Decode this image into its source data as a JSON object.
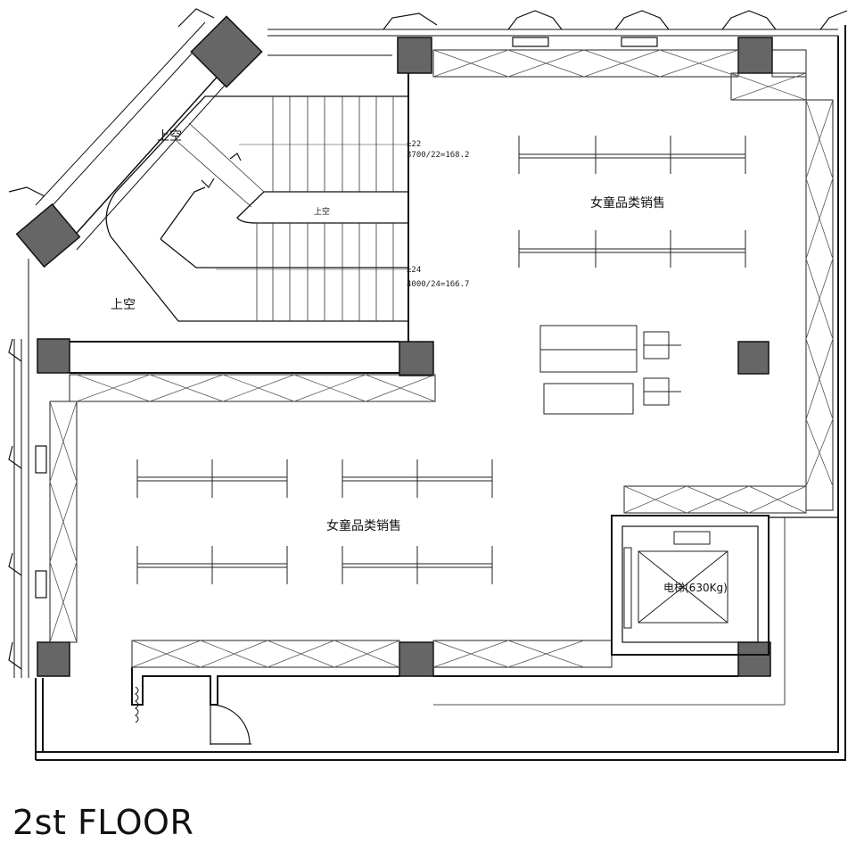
{
  "plan": {
    "title": "2st FLOOR",
    "void_labels": [
      "上空",
      "上空"
    ],
    "stair_up_label": "上空",
    "stair_upper_note": [
      "±22",
      "3700/22=168.2"
    ],
    "stair_lower_note": [
      "±24",
      "4000/24=166.7"
    ],
    "zone_labels": [
      "女童品类销售",
      "女童品类销售"
    ],
    "elevator_label": "电梯(630Kg)"
  }
}
